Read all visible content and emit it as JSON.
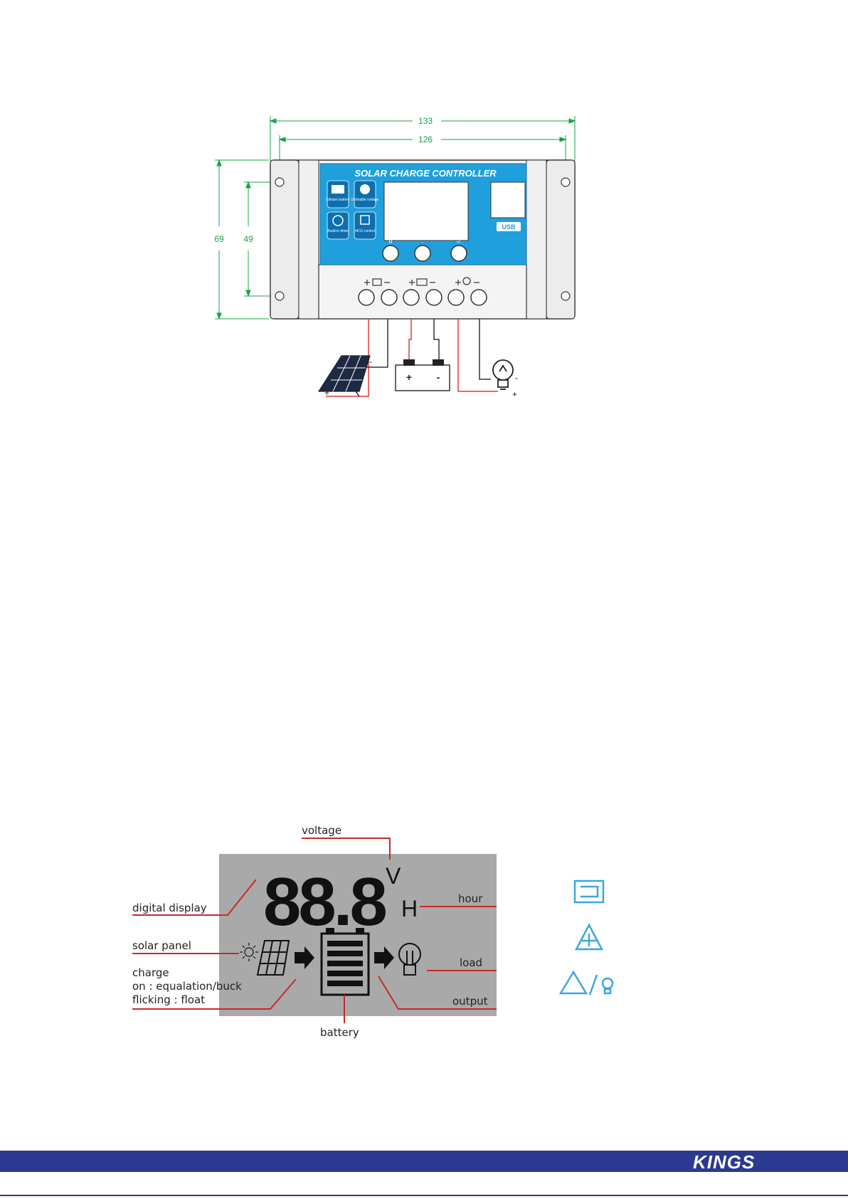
{
  "controller": {
    "title": "SOLAR CHARGE CONTROLLER",
    "dimensions": {
      "overall_width": "133",
      "hole_spacing": "126",
      "overall_height": "69",
      "hole_height": "49"
    },
    "features": [
      "Lithium battery",
      "Definable voltage",
      "Build-in timer",
      "MCU control"
    ],
    "usb_label": "USB",
    "button_labels": [
      "M",
      "-",
      "+/-"
    ],
    "battery_terminals": {
      "plus": "+",
      "minus": "-"
    },
    "wire_marks": {
      "plus": "+",
      "minus": "-"
    }
  },
  "lcd": {
    "digits": "88.8",
    "unit_voltage": "V",
    "unit_hour": "H",
    "callouts": {
      "voltage": "voltage",
      "digital_display": "digital display",
      "solar_panel": "solar panel",
      "charge_1": "charge",
      "charge_2": "on : equalation/buck",
      "charge_3": "flicking : float",
      "hour": "hour",
      "load": "load",
      "output": "output",
      "battery": "battery"
    }
  },
  "legend_icons": [
    "lcd-mode-icon",
    "increase-icon",
    "load-toggle-icon"
  ],
  "footer": {
    "brand": "KINGS"
  },
  "colors": {
    "panel_blue": "#1fa0dc",
    "wire_red": "#e23a3a",
    "dimension_green": "#17a34a",
    "footer_blue": "#2b3990",
    "lcd_gray": "#a9a9a9",
    "callout_red": "#c92a2a",
    "icon_blue": "#3aa7df"
  }
}
